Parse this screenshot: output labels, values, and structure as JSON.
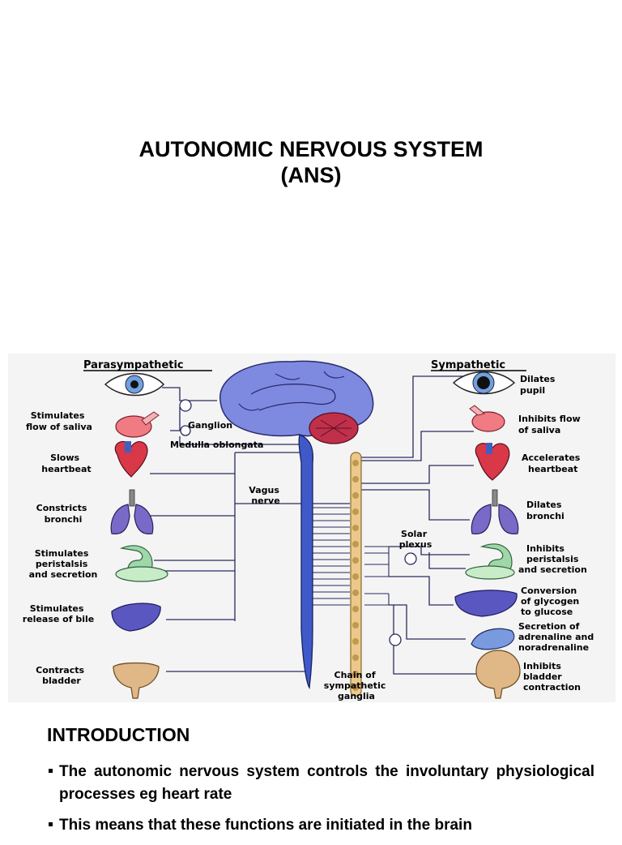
{
  "slide": {
    "title_line1": "AUTONOMIC NERVOUS SYSTEM",
    "title_line2": "(ANS)"
  },
  "figure": {
    "headers": {
      "left": "Parasympathetic",
      "right": "Sympathetic"
    },
    "parasympathetic": {
      "pupil": "",
      "saliva": [
        "Stimulates",
        "flow of saliva"
      ],
      "heart": [
        "Slows",
        "heartbeat"
      ],
      "bronchi": [
        "Constricts",
        "bronchi"
      ],
      "digestion": [
        "Stimulates",
        "peristalsis",
        "and secretion"
      ],
      "bile": [
        "Stimulates",
        "release of bile"
      ],
      "bladder": [
        "Contracts",
        "bladder"
      ]
    },
    "sympathetic": {
      "pupil": [
        "Dilates",
        "pupil"
      ],
      "saliva": [
        "Inhibits flow",
        "of saliva"
      ],
      "heart": [
        "Accelerates",
        "heartbeat"
      ],
      "bronchi": [
        "Dilates",
        "bronchi"
      ],
      "digestion": [
        "Inhibits",
        "peristalsis",
        "and secretion"
      ],
      "glycogen": [
        "Conversion",
        "of glycogen",
        "to glucose"
      ],
      "adrenal": [
        "Secretion of",
        "adrenaline and",
        "noradrenaline"
      ],
      "bladder": [
        "Inhibits",
        "bladder",
        "contraction"
      ]
    },
    "center": {
      "ganglion": "Ganglion",
      "medulla": "Medulla oblongata",
      "vagus": [
        "Vagus",
        "nerve"
      ],
      "solar": [
        "Solar",
        "plexus"
      ],
      "chain": [
        "Chain of",
        "sympathetic",
        "ganglia"
      ]
    },
    "colors": {
      "brain": "#6f7fd8",
      "cerebellum": "#c0304a",
      "chain": "#e8c878",
      "organ_red": "#d83848",
      "organ_purple": "#7a6ac8",
      "organ_green": "#9fd8a8"
    }
  },
  "intro": {
    "heading": "INTRODUCTION",
    "bullets": [
      "The autonomic nervous system controls the involuntary physiological processes eg heart rate",
      "This means that these functions are initiated in the brain"
    ]
  }
}
